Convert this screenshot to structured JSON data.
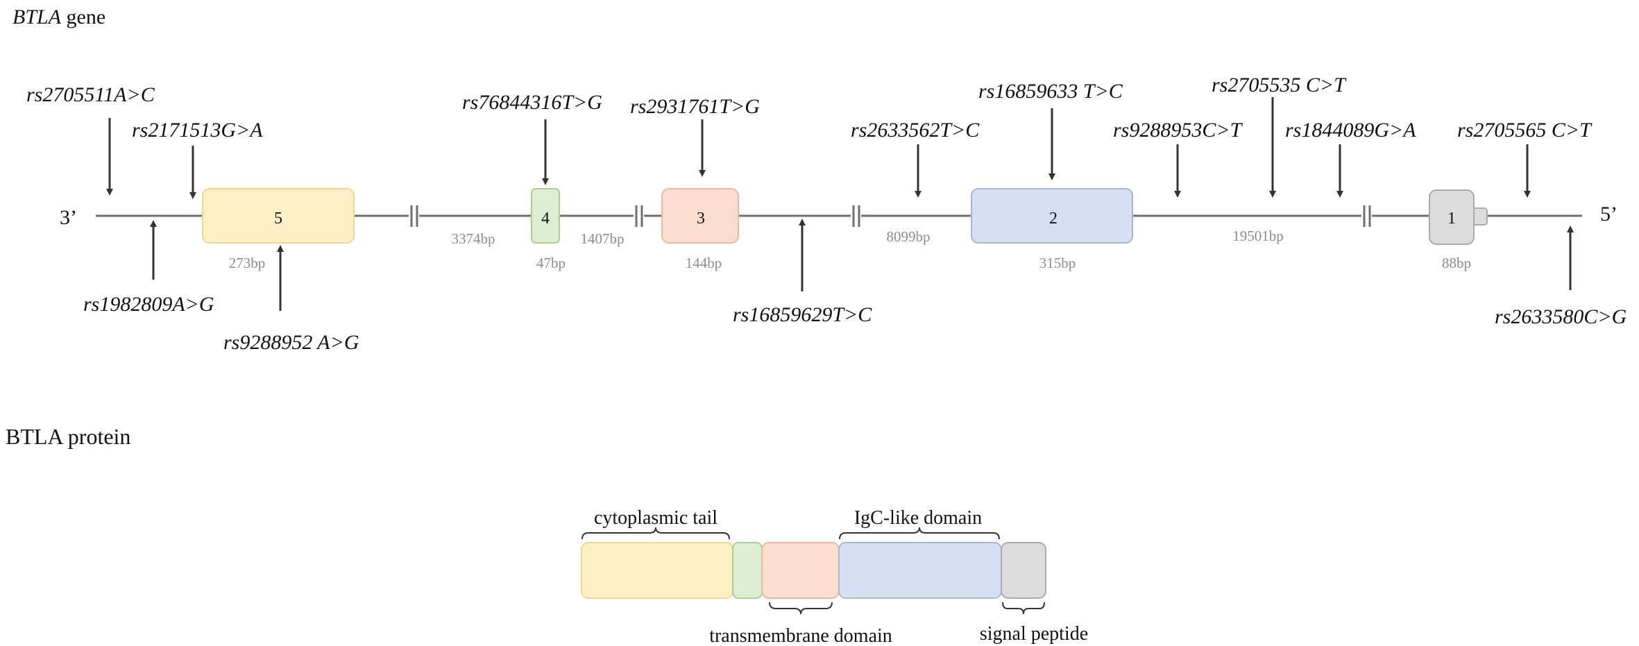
{
  "gene_section": {
    "title": "BTLA",
    "title_suffix": " gene",
    "end_left": "3’",
    "end_right": "5’"
  },
  "exons": [
    {
      "number": "5",
      "length": "273bp",
      "fill": "#fdf0c4",
      "stroke": "#f0d88a"
    },
    {
      "number": "4",
      "length": "47bp",
      "fill": "#dcefd2",
      "stroke": "#a8d08f"
    },
    {
      "number": "3",
      "length": "144bp",
      "fill": "#fbded0",
      "stroke": "#eeb79b"
    },
    {
      "number": "2",
      "length": "315bp",
      "fill": "#d6e0f4",
      "stroke": "#a7b6d6"
    },
    {
      "number": "1",
      "length": "88bp",
      "fill": "#dcdcdc",
      "stroke": "#ababab"
    }
  ],
  "introns": [
    {
      "length": "3374bp"
    },
    {
      "length": "1407bp"
    },
    {
      "length": "8099bp"
    },
    {
      "length": "19501bp"
    }
  ],
  "snps": [
    {
      "id": "rs2705511A>C"
    },
    {
      "id": "rs2171513G>A"
    },
    {
      "id": "rs1982809A>G"
    },
    {
      "id": "rs9288952 A>G"
    },
    {
      "id": "rs76844316T>G"
    },
    {
      "id": "rs2931761T>G"
    },
    {
      "id": "rs16859629T>C"
    },
    {
      "id": "rs2633562T>C"
    },
    {
      "id": "rs16859633 T>C"
    },
    {
      "id": "rs9288953C>T"
    },
    {
      "id": "rs2705535 C>T"
    },
    {
      "id": "rs1844089G>A"
    },
    {
      "id": "rs2705565 C>T"
    },
    {
      "id": "rs2633580C>G"
    }
  ],
  "protein_section": {
    "title": "BTLA protein",
    "domains": [
      {
        "label": "cytoplasmic tail"
      },
      {
        "label": "transmembrane domain"
      },
      {
        "label": "IgC-like domain"
      },
      {
        "label": "signal peptide"
      }
    ]
  },
  "colors": {
    "line": "#6f6f6f",
    "arrow": "#333333",
    "length_text": "#8c8c8c",
    "text": "#111111"
  }
}
